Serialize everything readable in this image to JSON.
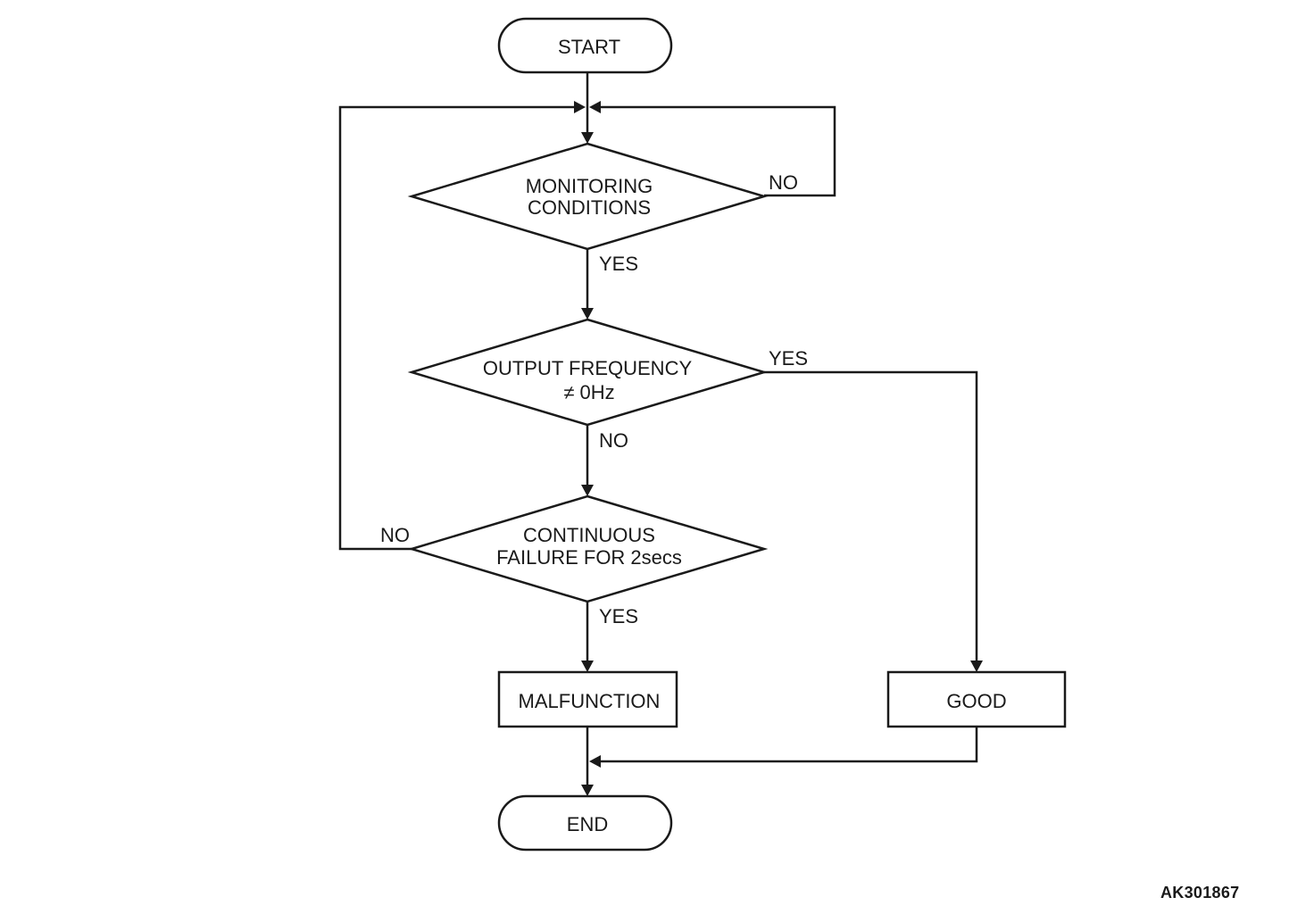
{
  "nodes": {
    "start": "START",
    "monitoring_line1": "MONITORING",
    "monitoring_line2": "CONDITIONS",
    "output_line1": "OUTPUT FREQUENCY",
    "output_line2": "≠ 0Hz",
    "continuous_line1": "CONTINUOUS",
    "continuous_line2": "FAILURE FOR 2secs",
    "malfunction": "MALFUNCTION",
    "good": "GOOD",
    "end": "END"
  },
  "edge_labels": {
    "monitoring_no": "NO",
    "monitoring_yes": "YES",
    "output_yes": "YES",
    "output_no": "NO",
    "continuous_no": "NO",
    "continuous_yes": "YES"
  },
  "figure_id": "AK301867"
}
